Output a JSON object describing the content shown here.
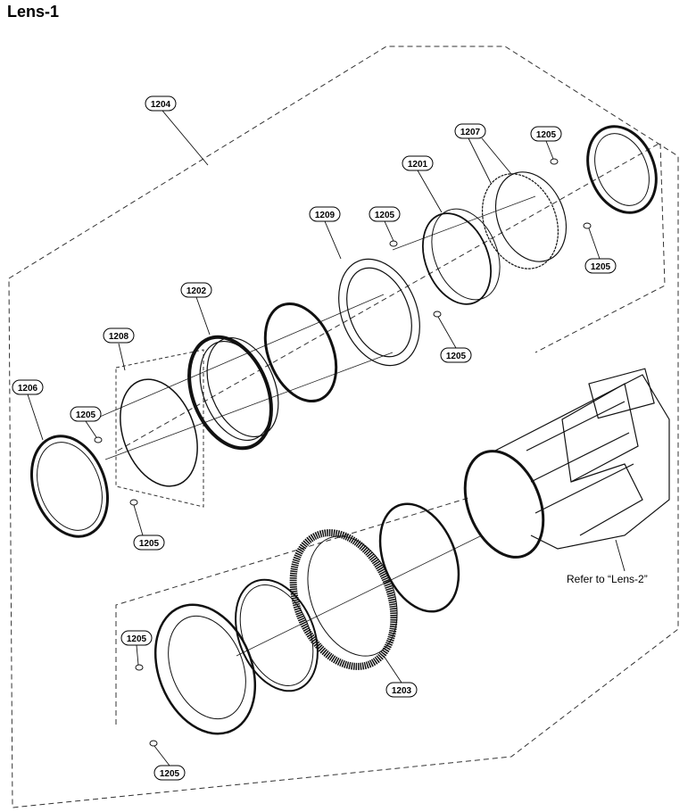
{
  "title": "Lens-1",
  "note": "Refer to “Lens-2”",
  "callouts": {
    "p1201": "1201",
    "p1202": "1202",
    "p1203": "1203",
    "p1204": "1204",
    "p1205a": "1205",
    "p1205b": "1205",
    "p1205c": "1205",
    "p1205d": "1205",
    "p1205e": "1205",
    "p1205f": "1205",
    "p1205g": "1205",
    "p1206": "1206",
    "p1207": "1207",
    "p1208": "1208",
    "p1209": "1209"
  }
}
